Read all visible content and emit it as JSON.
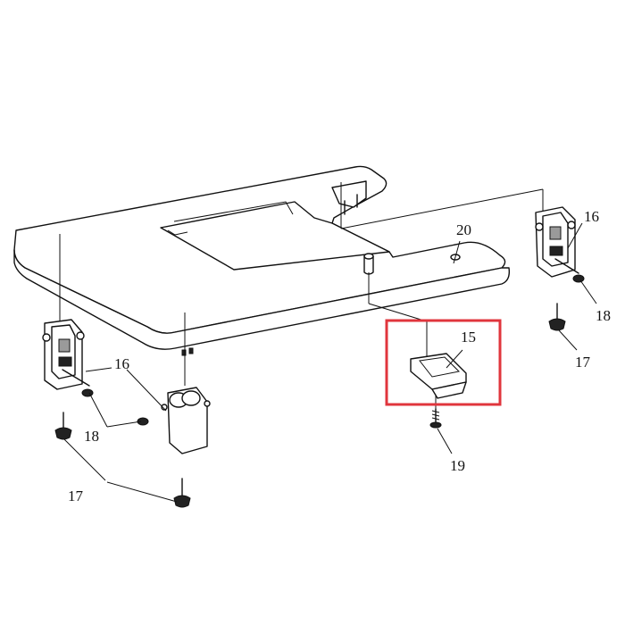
{
  "labels": {
    "p15": "15",
    "p16a": "16",
    "p16b": "16",
    "p17a": "17",
    "p17b": "17",
    "p18a": "18",
    "p18b": "18",
    "p19": "19",
    "p20": "20"
  },
  "colors": {
    "line": "#111111",
    "highlight": "#e0353d",
    "background": "#ffffff"
  }
}
